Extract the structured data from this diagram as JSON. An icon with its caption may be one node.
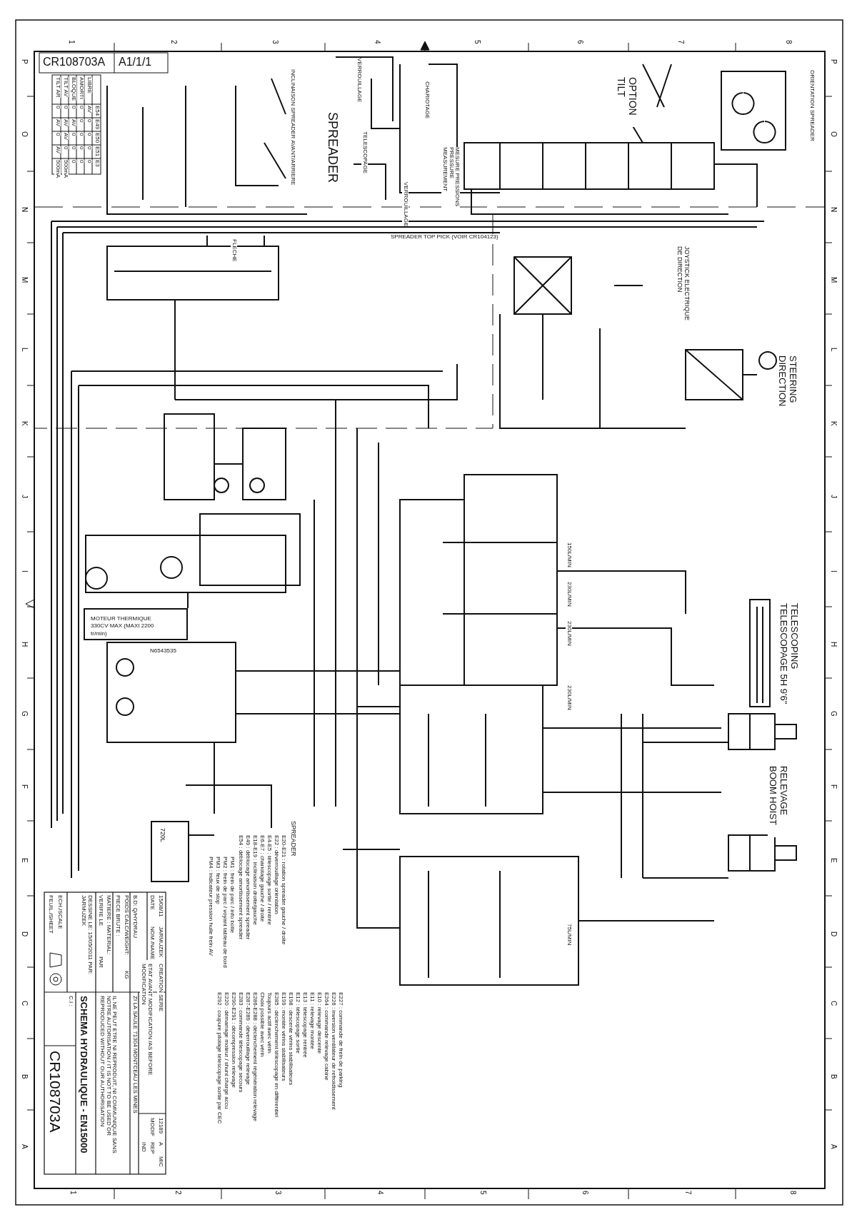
{
  "diagram": {
    "nodes": [
      {
        "text": [
          "MOTEUR THERMIQUE 330CV MAX (MAXI 2200 tr/min)"
        ]
      },
      {
        "text": [
          "720L"
        ]
      }
    ],
    "labels": [
      "CR108703A",
      "A1/1/1",
      "E54",
      "E49",
      "E50",
      "E51",
      "E3",
      "LIBRE",
      "AV",
      "0",
      "0",
      "0",
      "0",
      "AMORTI",
      "0",
      "0",
      "0",
      "0",
      "0",
      "BLOQUE",
      "0",
      "AV",
      "0",
      "0",
      "0",
      "TILT AV",
      "0",
      "AV",
      "AV",
      "0",
      "500mA",
      "TILT AR",
      "0",
      "AV",
      "0",
      "AV",
      "500mA",
      "1",
      "2",
      "3",
      "4",
      "5",
      "6",
      "7",
      "8",
      "P",
      "O",
      "N",
      "M",
      "L",
      "K",
      "J",
      "I",
      "H",
      "G",
      "F",
      "E",
      "D",
      "C",
      "B",
      "A",
      "P",
      "O",
      "N",
      "M",
      "L",
      "K",
      "J",
      "I",
      "H",
      "G",
      "F",
      "E",
      "D",
      "C",
      "B",
      "A",
      "1",
      "2",
      "3",
      "4",
      "5",
      "6",
      "7",
      "8",
      "INCLINAISON SPREADER AVANT/ARRIERE",
      "VERROUILLAGE",
      "CHARIOTAGE",
      "SPREADER",
      "TELESCOPAGE",
      "MESURE PRESSIONS PRESSURE MEASUREMENT",
      "VERROUILLAGE",
      "OPTION TILT",
      "ORIENTATION SPREADER",
      "SPREADER TOP PICK (VOIR CR104123)",
      "FLECHE",
      "JOYSTICK ELECTRIQUE DE DIRECTION",
      "STEERING DIRECTION",
      "N6543535",
      "150L/MIN",
      "230L/MIN",
      "230L/MIN",
      "230L/MIN",
      "75L/MIN",
      "TELESCOPING TELESCOPAGE 5H 9'6''",
      "RELEVAGE BOOM HOIST",
      "SPREADER",
      "E20-E21 : rotation spreader gauche / droite",
      "E22 : déverrouillage orientation",
      "E4-E5 : télescopage sortie / rentrée",
      "E6-E7 : chariotage gauche / droite",
      "E18-E19 : inclinaison droite/gauche",
      "E49 : déblocage amortissement spreader",
      "E54 : déblocage amortissement spreader",
      "PM1 : frein de parc / info boîte",
      "PM2 : frein de parc / voyant tableau de bord",
      "PM3 : feux de stop",
      "PM4 : indicateur pression huile frein AV",
      "E227 : commande de frein de parking",
      "E226 : inversion ventilateur de refroidissement",
      "E264 : commande relevage cabine",
      "E10 : relevage descente",
      "E11 : relevage montée",
      "E13 : télescopage rentrée",
      "E12 : télescopage sortie",
      "E198 : descente vérins stabilisateurs",
      "E199 : montée vérins stabilisateurs",
      "E285 : déclenchement télescopage en différentiel",
      "Toujours actif avec vérin",
      "Choix possible avec vérin",
      "E286-E288 : déclenchement régénération relevage",
      "E287-E289 : déverrouillage relevage",
      "E283 : commande télescopage secours",
      "E290-E291 : décompression relevage",
      "E220 : démarrage moteur / shunt charge accu",
      "E292 : coupure pilotage télescopage sortie par CEC",
      "15/08/11",
      "JARMUZEK",
      "CREATION SERIE",
      "12189",
      "A",
      "DATE",
      "NOM /NAME",
      "ETAT AVANT MODIFICATION /AS BEFORE MODIFICATION",
      "MODIF",
      "REP",
      "IND",
      "MIC",
      "B.D: Q/HYDRAU",
      "ZI LA SAULE 71304 MONTCEAU LES MINES",
      "POIDS CALC/WEIGHT:",
      "KG",
      "PIECE BRUTE :",
      "IL NE PEUT ETRE NI REPRODUIT, NI COMMUNIQUE SANS NOTRE AUTORISATION / IT IS NOT TO BE USED OR REPRODUCED WITHOUT OUR AUTHORISATION",
      "MATIERE : MATERIAL:",
      "VERIFIE LE",
      "PAR",
      "SCHEMA HYDRAULIQUE - EN15000",
      "DESSINE LE: 15/05/2011 PAR: JARMUZEK",
      "FEUIL./SHEET",
      "ECH./SCALE",
      "C.I :",
      "CR108703A"
    ]
  }
}
